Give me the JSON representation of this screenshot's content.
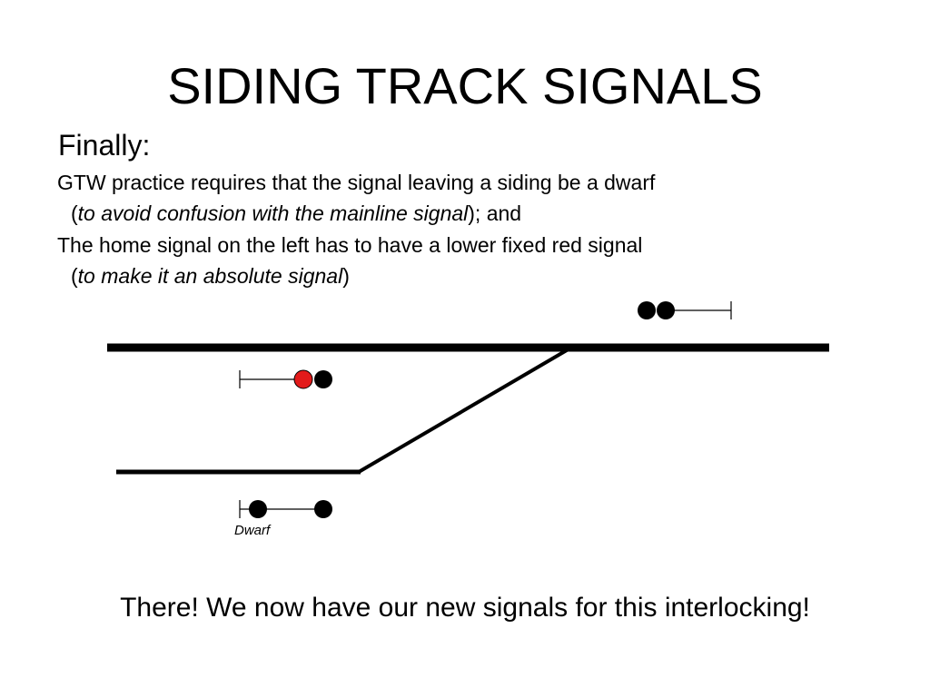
{
  "title": "SIDING TRACK SIGNALS",
  "heading": "Finally:",
  "body": {
    "line1": "GTW practice requires that the signal leaving a siding be a dwarf",
    "line2": {
      "open": "(",
      "italic": "to avoid confusion with the mainline signal",
      "close": "); and"
    },
    "line3": "The home signal on the left has to have a lower fixed red signal",
    "line4": {
      "open": "(",
      "italic": "to make it an absolute signal",
      "close": ")"
    }
  },
  "diagram": {
    "dwarf_label": "Dwarf",
    "colors": {
      "track": "#000000",
      "signal_head": "#000000",
      "fixed_red": "#e21b1b"
    }
  },
  "closing": "There!  We now have our new signals for this interlocking!"
}
